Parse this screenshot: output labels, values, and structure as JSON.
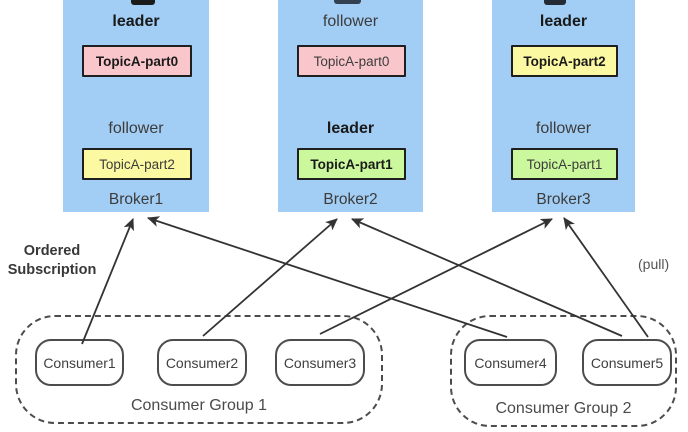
{
  "brokers": [
    {
      "name": "Broker1",
      "sections": [
        {
          "role": "leader",
          "partition": "TopicA-part0",
          "partition_color": "#f9c7cb",
          "emphasized": true
        },
        {
          "role": "follower",
          "partition": "TopicA-part2",
          "partition_color": "#fcf9a3",
          "emphasized": false
        }
      ]
    },
    {
      "name": "Broker2",
      "sections": [
        {
          "role": "follower",
          "partition": "TopicA-part0",
          "partition_color": "#f9c7cb",
          "emphasized": false
        },
        {
          "role": "leader",
          "partition": "TopicA-part1",
          "partition_color": "#cbf79d",
          "emphasized": true
        }
      ]
    },
    {
      "name": "Broker3",
      "sections": [
        {
          "role": "leader",
          "partition": "TopicA-part2",
          "partition_color": "#fcf9a3",
          "emphasized": true
        },
        {
          "role": "follower",
          "partition": "TopicA-part1",
          "partition_color": "#cbf79d",
          "emphasized": false
        }
      ]
    }
  ],
  "consumer_groups": [
    {
      "label": "Consumer Group 1",
      "consumers": [
        "Consumer1",
        "Consumer2",
        "Consumer3"
      ]
    },
    {
      "label": "Consumer Group 2",
      "consumers": [
        "Consumer4",
        "Consumer5"
      ]
    }
  ],
  "annotations": {
    "ordered_subscription": "Ordered Subscription",
    "pull": "(pull)"
  },
  "edges": [
    {
      "from": "Consumer1",
      "to": "Broker1"
    },
    {
      "from": "Consumer2",
      "to": "Broker2"
    },
    {
      "from": "Consumer3",
      "to": "Broker3"
    },
    {
      "from": "Consumer4",
      "to": "Broker1"
    },
    {
      "from": "Consumer5",
      "to": "Broker2"
    },
    {
      "from": "Consumer5",
      "to": "Broker3"
    }
  ],
  "colors": {
    "broker_fill": "#a2cdf4",
    "partition_pink": "#f9c7cb",
    "partition_yellow": "#fcf9a3",
    "partition_green": "#cbf79d",
    "partition_border": "#1f1f1f",
    "group_border": "#4c4c4c",
    "arrow": "#333333"
  }
}
